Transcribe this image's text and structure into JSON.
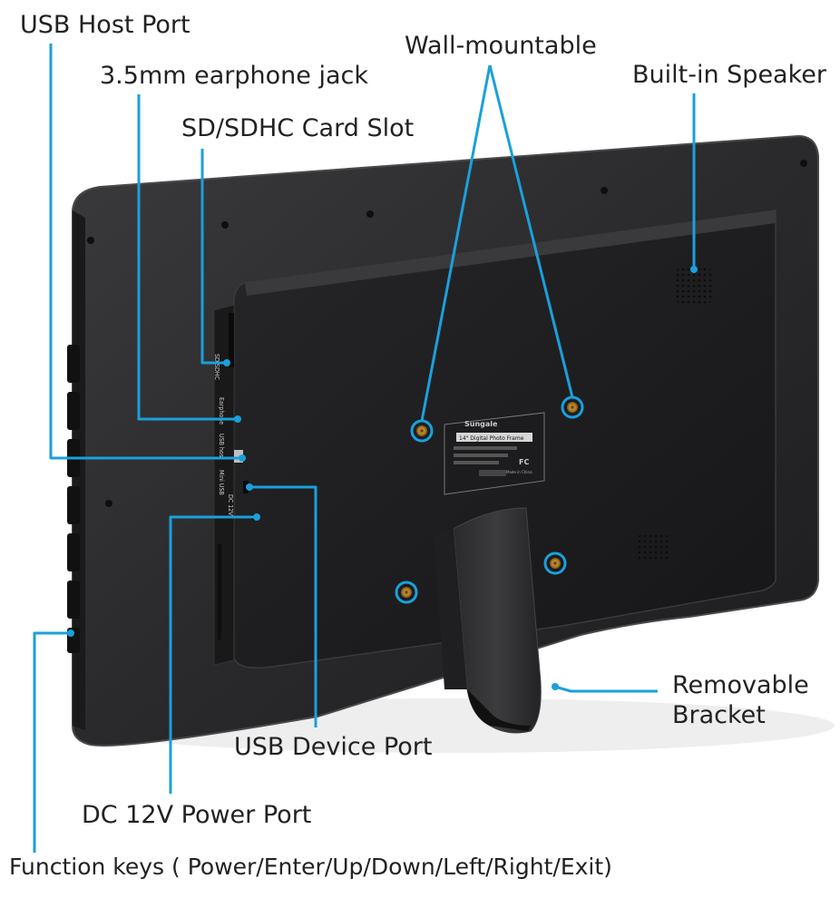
{
  "callouts": {
    "usb_host_port": "USB Host Port",
    "earphone_jack": "3.5mm earphone jack",
    "sd_card_slot": "SD/SDHC Card Slot",
    "wall_mountable": "Wall-mountable",
    "built_in_speaker": "Built-in Speaker",
    "removable_bracket_line1": "Removable",
    "removable_bracket_line2": "Bracket",
    "usb_device_port": "USB Device Port",
    "dc_power_port": "DC 12V Power Port",
    "function_keys": "Function keys ( Power/Enter/Up/Down/Left/Right/Exit)"
  },
  "port_labels": {
    "sd_sdhc": "SD/SDHC",
    "earphone": "Earphone",
    "usb_host": "USB host",
    "mini_usb": "Mini USB",
    "dc_12v": "DC 12V"
  },
  "product_label": {
    "brand": "Sungale",
    "product": "14\" Digital Photo Frame",
    "made_in": "Made in China",
    "fcc": "FC"
  },
  "colors": {
    "callout_line": "#1aa0dc",
    "frame_body": "#2b2b2d",
    "frame_rim": "#4a4a4c",
    "back_panel": "#1f1f21",
    "label_text": "#222222"
  }
}
